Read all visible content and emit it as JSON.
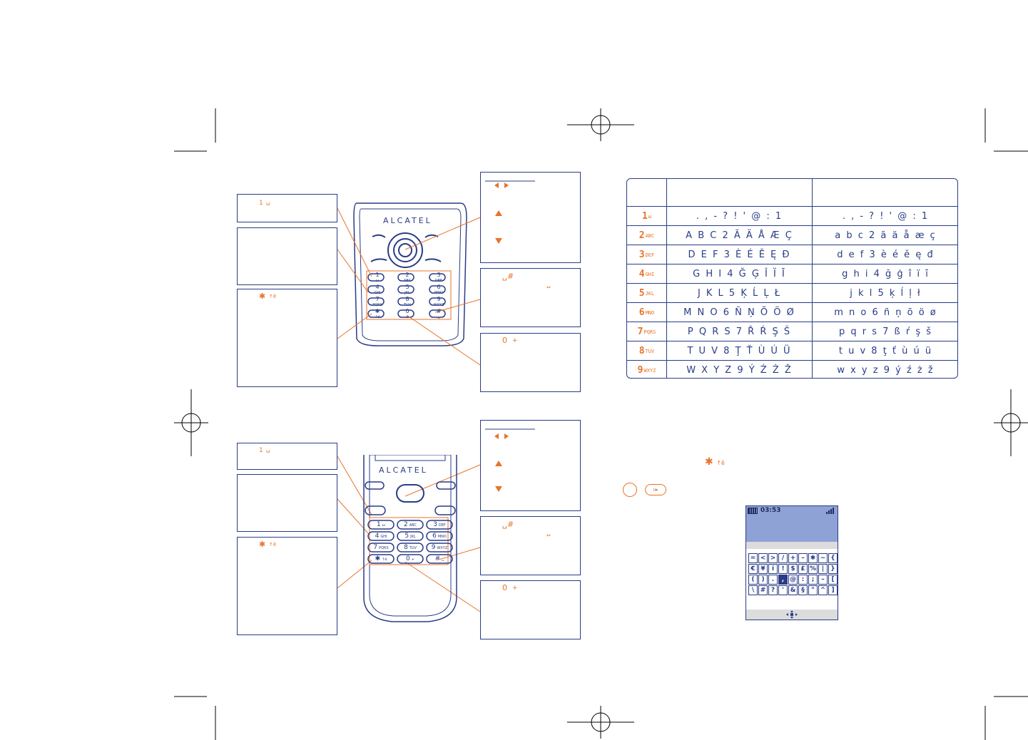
{
  "brand": "ALCATEL",
  "colors": {
    "accent": "#e8732a",
    "ink": "#2a3c86",
    "screen": "#8fa2d6"
  },
  "callouts_top": {
    "key1": "1",
    "star": "✱",
    "star_sub": "↑ê",
    "hash": "#",
    "zero": "0",
    "plus": "+"
  },
  "callouts_bottom": {
    "key1": "1",
    "star": "✱",
    "star_sub": "↑ê",
    "hash": "#",
    "zero": "0",
    "plus": "+"
  },
  "phone1_keys": [
    {
      "main": "1",
      "sub": "ω"
    },
    {
      "main": "2",
      "sub": "ABC"
    },
    {
      "main": "3",
      "sub": "DEF"
    },
    {
      "main": "4",
      "sub": "GHI"
    },
    {
      "main": "5",
      "sub": "JKL"
    },
    {
      "main": "6",
      "sub": "MNO"
    },
    {
      "main": "7",
      "sub": "PQRS"
    },
    {
      "main": "8",
      "sub": "TUV"
    },
    {
      "main": "9",
      "sub": "WXYZ"
    },
    {
      "main": "✱",
      "sub": "↑ê"
    },
    {
      "main": "0",
      "sub": "+"
    },
    {
      "main": "#",
      "sub": "␣"
    }
  ],
  "phone2_keys": [
    {
      "main": "1",
      "sub": "ω"
    },
    {
      "main": "2",
      "sub": "ABC"
    },
    {
      "main": "3",
      "sub": "DEF"
    },
    {
      "main": "4",
      "sub": "GHI"
    },
    {
      "main": "5",
      "sub": "JKL"
    },
    {
      "main": "6",
      "sub": "MNO"
    },
    {
      "main": "7",
      "sub": "PQRS"
    },
    {
      "main": "8",
      "sub": "TUV"
    },
    {
      "main": "9",
      "sub": "WXYZ"
    },
    {
      "main": "✱",
      "sub": "↑ê"
    },
    {
      "main": "0",
      "sub": "+"
    },
    {
      "main": "#",
      "sub": "␣"
    }
  ],
  "char_table": {
    "rows": [
      {
        "key": "1",
        "key_sub": "ω",
        "upper": ". , - ? ! ' @ : 1",
        "lower": ". , - ? ! ' @ : 1"
      },
      {
        "key": "2",
        "key_sub": "ABC",
        "upper": "A B C 2 Ã Ä Å Æ Ç",
        "lower": "a b c 2 ã ä å æ ç"
      },
      {
        "key": "3",
        "key_sub": "DEF",
        "upper": "D E F 3 È É Ě Ę Đ",
        "lower": "d e f 3 è é ě ę đ"
      },
      {
        "key": "4",
        "key_sub": "GHI",
        "upper": "G H I 4 Ğ Ģ Î Ï Ī",
        "lower": "g h i 4 ğ ģ î ï ī"
      },
      {
        "key": "5",
        "key_sub": "JKL",
        "upper": "J K L 5 Ķ Ĺ Ļ Ł",
        "lower": "j k l 5 ķ ĺ ļ ł"
      },
      {
        "key": "6",
        "key_sub": "MNO",
        "upper": "M N O 6 Ñ Ņ Õ Ö Ø",
        "lower": "m n o 6 ñ ņ õ ö ø"
      },
      {
        "key": "7",
        "key_sub": "PQRS",
        "upper": "P Q R S 7 Ř Ŕ Ş Š",
        "lower": "p q r s 7 ß ŕ ş š"
      },
      {
        "key": "8",
        "key_sub": "TUV",
        "upper": "T U V 8 Ţ Ť Ù Ú Ü",
        "lower": "t u v 8 ţ ť ù ú ü"
      },
      {
        "key": "9",
        "key_sub": "WXYZ",
        "upper": "W X Y Z 9 Ý Ź Ż Ž",
        "lower": "w x y z 9 ý ź ż ž"
      }
    ]
  },
  "inline_star": "✱",
  "inline_star_sub": "↑ê",
  "screen": {
    "time": "03:53",
    "symbols": [
      "=",
      "<",
      ">",
      "/",
      "+",
      "–",
      "✱",
      "~",
      "{",
      "€",
      "¥",
      "i",
      "!",
      "$",
      "£",
      "%",
      "|",
      "}",
      "(",
      ")",
      ".",
      ",",
      "@",
      ":",
      ";",
      "–",
      "[",
      "\\",
      "#",
      "?",
      "'",
      "&",
      "§",
      "\"",
      "^",
      "]"
    ],
    "selected_index": 21
  }
}
